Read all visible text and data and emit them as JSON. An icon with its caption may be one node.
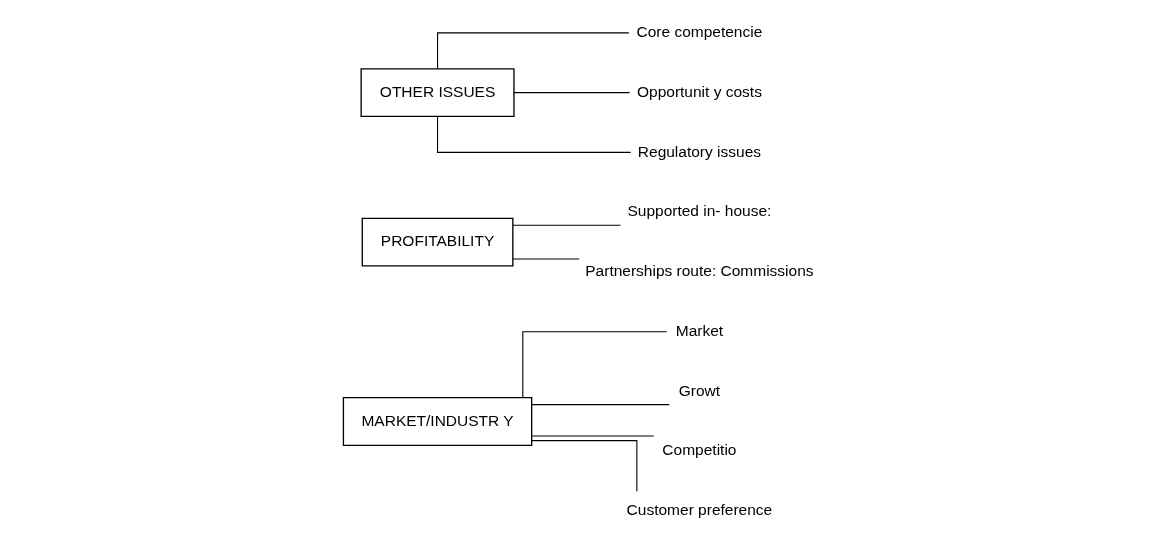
{
  "diagram": {
    "nodes": [
      {
        "text": [
          "MARKET/INDUSTR Y"
        ]
      },
      {
        "text": [
          "Market"
        ]
      },
      {
        "text": [
          "Growt"
        ]
      },
      {
        "text": [
          "Competitio"
        ]
      },
      {
        "text": [
          "Customer preference"
        ]
      },
      {
        "text": [
          "PROFITABILITY"
        ]
      },
      {
        "text": [
          "Supported in- house:"
        ]
      },
      {
        "text": [
          "Partnerships route: Commissions"
        ]
      },
      {
        "text": [
          "OTHER ISSUES"
        ]
      },
      {
        "text": [
          "Core competencie"
        ]
      },
      {
        "text": [
          "Opportunit y costs"
        ]
      },
      {
        "text": [
          "Regulatory issues"
        ]
      }
    ],
    "edges": [
      {
        "from": 0,
        "to": 1,
        "arrow": "none"
      },
      {
        "from": 0,
        "to": 2,
        "arrow": "none"
      },
      {
        "from": 0,
        "to": 3,
        "arrow": "none"
      },
      {
        "from": 0,
        "to": 4,
        "arrow": "none"
      },
      {
        "from": 5,
        "to": 6,
        "arrow": "none"
      },
      {
        "from": 5,
        "to": 7,
        "arrow": "none"
      },
      {
        "from": 8,
        "to": 9,
        "arrow": "none"
      },
      {
        "from": 8,
        "to": 10,
        "arrow": "none"
      },
      {
        "from": 8,
        "to": 11,
        "arrow": "none"
      }
    ]
  }
}
